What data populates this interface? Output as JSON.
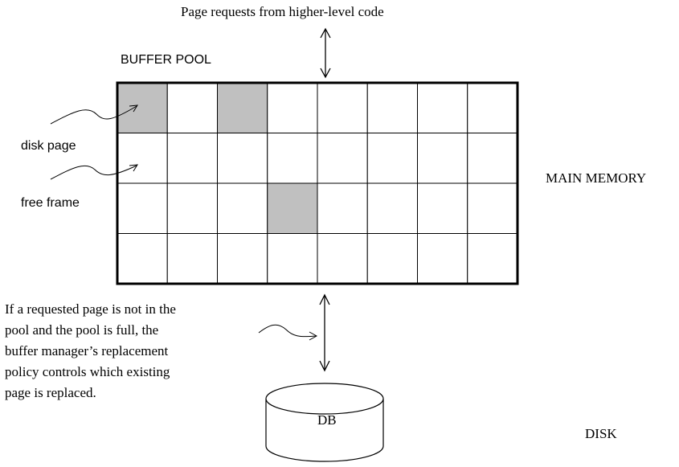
{
  "top_request": "Page requests from higher-level code",
  "buffer_pool": {
    "title": "BUFFER POOL",
    "rows": 4,
    "cols": 8,
    "occupied_frames": [
      [
        0,
        0
      ],
      [
        0,
        2
      ],
      [
        2,
        3
      ]
    ]
  },
  "labels": {
    "disk_page": "disk page",
    "free_frame": "free frame",
    "main_memory": "MAIN MEMORY",
    "disk": "DISK",
    "db": "DB"
  },
  "policy_note": [
    "If a requested page is not in the",
    "pool and the pool is full, the",
    "buffer manager’s replacement",
    "policy controls which existing",
    "page is replaced."
  ],
  "colors": {
    "occupied": "#c0c0c0",
    "line": "#000000",
    "background": "#ffffff"
  }
}
